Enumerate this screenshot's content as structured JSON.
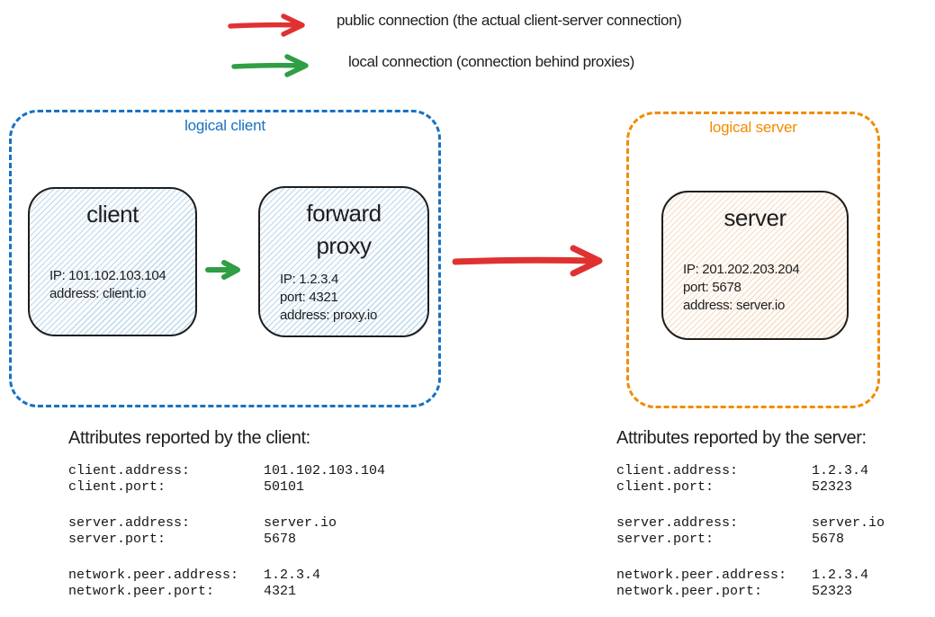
{
  "colors": {
    "red": "#e03131",
    "green": "#2f9e44",
    "blue": "#1971c2",
    "orange": "#f08c00",
    "ink": "#1e1e1e",
    "client_fill": "#bcd9ef",
    "server_fill": "#f9ddc2"
  },
  "legend": [
    {
      "icon": "red-arrow-right-icon",
      "label": "public connection (the actual client-server connection)"
    },
    {
      "icon": "green-arrow-right-icon",
      "label": "local connection (connection behind proxies)"
    }
  ],
  "logical_client": {
    "label": "logical client",
    "client_node": {
      "title": "client",
      "lines": [
        "IP: 101.102.103.104",
        "address: client.io"
      ]
    },
    "proxy_node": {
      "title": "forward proxy",
      "lines": [
        "IP: 1.2.3.4",
        "port: 4321",
        "address: proxy.io"
      ]
    }
  },
  "logical_server": {
    "label": "logical server",
    "server_node": {
      "title": "server",
      "lines": [
        "IP: 201.202.203.204",
        "port: 5678",
        "address: server.io"
      ]
    }
  },
  "client_attributes": {
    "heading": "Attributes reported by the client:",
    "groups": [
      [
        {
          "key": "client.address:",
          "value": "101.102.103.104"
        },
        {
          "key": "client.port:",
          "value": "50101"
        }
      ],
      [
        {
          "key": "server.address:",
          "value": "server.io"
        },
        {
          "key": "server.port:",
          "value": "5678"
        }
      ],
      [
        {
          "key": "network.peer.address:",
          "value": "1.2.3.4"
        },
        {
          "key": "network.peer.port:",
          "value": "4321"
        }
      ]
    ]
  },
  "server_attributes": {
    "heading": "Attributes reported by the server:",
    "groups": [
      [
        {
          "key": "client.address:",
          "value": "1.2.3.4"
        },
        {
          "key": "client.port:",
          "value": "52323"
        }
      ],
      [
        {
          "key": "server.address:",
          "value": "server.io"
        },
        {
          "key": "server.port:",
          "value": "5678"
        }
      ],
      [
        {
          "key": "network.peer.address:",
          "value": "1.2.3.4"
        },
        {
          "key": "network.peer.port:",
          "value": "52323"
        }
      ]
    ]
  }
}
